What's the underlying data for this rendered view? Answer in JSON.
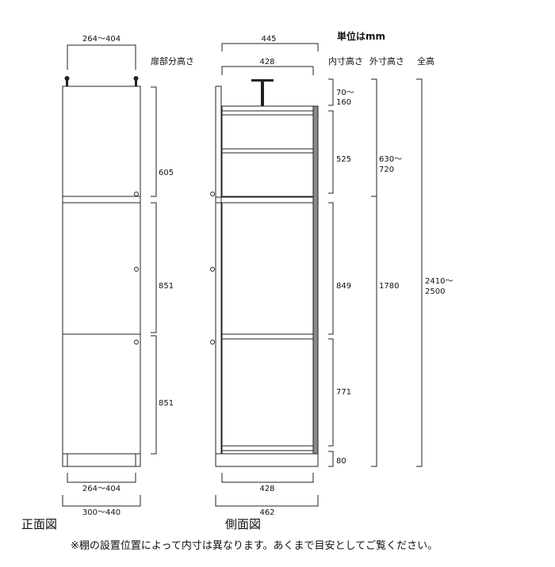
{
  "unit_label": "単位はmm",
  "headers": {
    "door_height": "扉部分高さ",
    "inner_height": "内寸高さ",
    "outer_height": "外寸高さ",
    "total_height": "全高"
  },
  "front": {
    "title": "正面図",
    "width_top": "264～404",
    "width_inner_bottom": "264～404",
    "width_outer": "300～440",
    "door_heights": [
      "605",
      "851",
      "851"
    ]
  },
  "side": {
    "title": "側面図",
    "depth_top": "445",
    "depth_inner_top": "428",
    "depth_inner_bottom": "428",
    "depth_outer": "462",
    "inner_heights": {
      "top_gap_a": "70～",
      "top_gap_b": "160",
      "upper": "525",
      "middle": "849",
      "lower": "771",
      "base": "80"
    },
    "outer_heights": {
      "upper_a": "630～",
      "upper_b": "720",
      "main": "1780"
    },
    "total_height": {
      "a": "2410～",
      "b": "2500"
    }
  },
  "footnote": "※棚の設置位置によって内寸は異なります。あくまで目安としてご覧ください。"
}
